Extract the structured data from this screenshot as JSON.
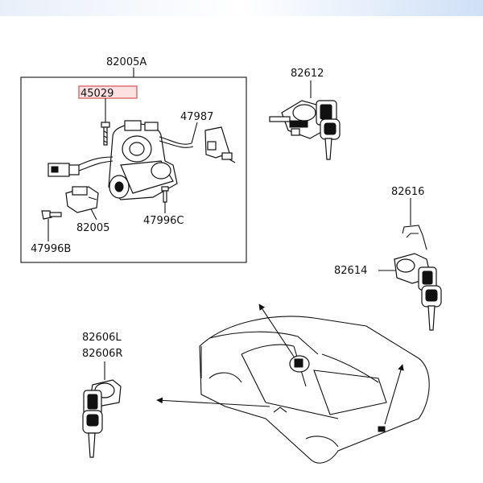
{
  "labels": {
    "assembly": "82005A",
    "bolt_top": "45029",
    "sensor": "47987",
    "lock_cylinder": "82005",
    "bolt_right": "47996C",
    "bolt_left": "47996B",
    "door_lock_top": "82612",
    "trunk_clip": "82616",
    "trunk_lock": "82614",
    "door_lock_l": "82606L",
    "door_lock_r": "82606R"
  },
  "colors": {
    "highlight_border": "#e07070",
    "highlight_fill": "#fbe1e1",
    "topbar_left": "#e9eff9",
    "topbar_right": "#cfe0f6",
    "line": "#111111"
  }
}
